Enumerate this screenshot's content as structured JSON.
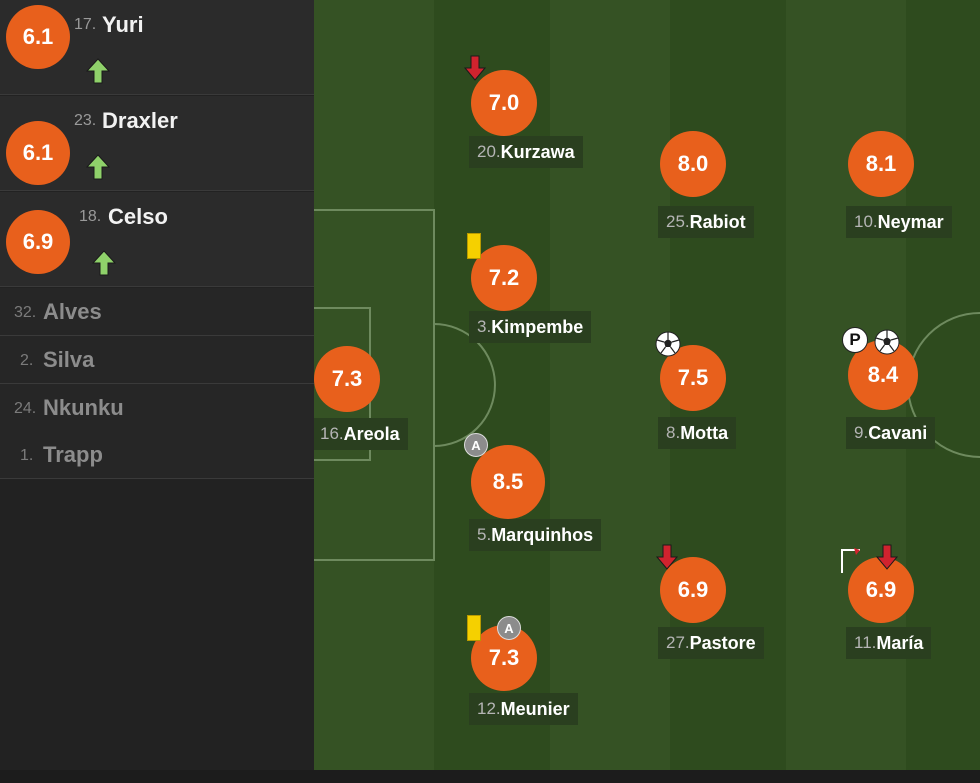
{
  "colors": {
    "rating_bg": "#e8601c",
    "pitch_dark": "#2e4b1e",
    "pitch_light": "#355224",
    "sub_in_arrow": "#8fd16a",
    "sub_out_arrow": "#d0232e",
    "yellow_card": "#f5d000"
  },
  "substitutes_in": [
    {
      "rating": "6.1",
      "number": "17.",
      "name": "Yuri",
      "icon": "sub-in-arrow-icon"
    },
    {
      "rating": "6.1",
      "number": "23.",
      "name": "Draxler",
      "icon": "sub-in-arrow-icon"
    },
    {
      "rating": "6.9",
      "number": "18.",
      "name": "Celso",
      "icon": "sub-in-arrow-icon"
    }
  ],
  "bench": [
    {
      "number": "32.",
      "name": "Alves"
    },
    {
      "number": "2.",
      "name": "Silva"
    },
    {
      "number": "24.",
      "name": "Nkunku"
    },
    {
      "number": "1.",
      "name": "Trapp"
    }
  ],
  "players": {
    "areola": {
      "rating": "7.3",
      "number": "16.",
      "name": "Areola",
      "icons": []
    },
    "kurzawa": {
      "rating": "7.0",
      "number": "20.",
      "name": "Kurzawa",
      "icons": [
        "sub-out-arrow-icon"
      ]
    },
    "kimpembe": {
      "rating": "7.2",
      "number": "3.",
      "name": "Kimpembe",
      "icons": [
        "yellow-card-icon"
      ]
    },
    "marquinhos": {
      "rating": "8.5",
      "number": "5.",
      "name": "Marquinhos",
      "icons": [
        "captain-icon"
      ]
    },
    "meunier": {
      "rating": "7.3",
      "number": "12.",
      "name": "Meunier",
      "icons": [
        "yellow-card-icon",
        "assist-icon"
      ]
    },
    "rabiot": {
      "rating": "8.0",
      "number": "25.",
      "name": "Rabiot",
      "icons": []
    },
    "motta": {
      "rating": "7.5",
      "number": "8.",
      "name": "Motta",
      "icons": [
        "goal-ball-icon"
      ]
    },
    "pastore": {
      "rating": "6.9",
      "number": "27.",
      "name": "Pastore",
      "icons": [
        "sub-out-arrow-icon"
      ]
    },
    "neymar": {
      "rating": "8.1",
      "number": "10.",
      "name": "Neymar",
      "icons": []
    },
    "cavani": {
      "rating": "8.4",
      "number": "9.",
      "name": "Cavani",
      "icons": [
        "penalty-goal-icon",
        "goal-ball-icon"
      ]
    },
    "maria": {
      "rating": "6.9",
      "number": "11.",
      "name": "María",
      "icons": [
        "corner-flag-icon",
        "sub-out-arrow-icon"
      ]
    }
  },
  "badges": {
    "captain": "A",
    "assist": "A",
    "penalty": "P"
  }
}
